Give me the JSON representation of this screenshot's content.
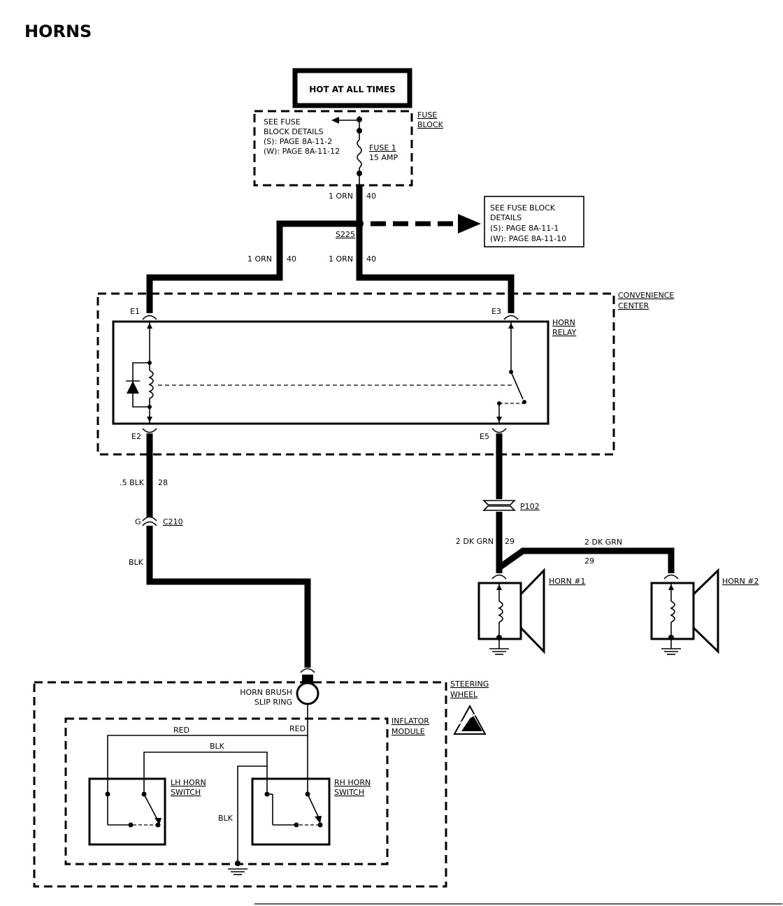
{
  "title": "HORNS",
  "power": {
    "label": "HOT AT ALL TIMES"
  },
  "fuse_block": {
    "label_line1": "FUSE",
    "label_line2": "BLOCK",
    "see_line1": "SEE FUSE",
    "see_line2": "BLOCK DETAILS",
    "see_line3": "(S):  PAGE 8A-11-2",
    "see_line4": "(W):  PAGE 8A-11-12",
    "fuse_name": "FUSE 1",
    "fuse_rating": "15 AMP"
  },
  "splice": {
    "name": "S225",
    "see_line1": "SEE FUSE BLOCK",
    "see_line2": "DETAILS",
    "see_line3": "(S):   PAGE 8A-11-1",
    "see_line4": "(W):  PAGE 8A-11-10"
  },
  "wires": {
    "w_top_color": "1 ORN",
    "w_top_circuit": "40",
    "w_left_color": "1 ORN",
    "w_left_circuit": "40",
    "w_right_color": "1 ORN",
    "w_right_circuit": "40",
    "w_e2_color": ".5 BLK",
    "w_e2_circuit": "28",
    "w_blk": "BLK",
    "w_p102_color": "2 DK GRN",
    "w_p102_circuit": "29",
    "w_horn2_color": "2 DK GRN",
    "w_horn2_circuit": "29",
    "w_red1": "RED",
    "w_red2": "RED",
    "w_blk_inner": "BLK",
    "w_blk_ground": "BLK"
  },
  "convenience_center": {
    "label_line1": "CONVENIENCE",
    "label_line2": "CENTER",
    "relay_line1": "HORN",
    "relay_line2": "RELAY",
    "pin_e1": "E1",
    "pin_e2": "E2",
    "pin_e3": "E3",
    "pin_e5": "E5"
  },
  "connectors": {
    "c210_pin": "G",
    "c210_name": "C210",
    "p102_name": "P102"
  },
  "horns": {
    "horn1": "HORN #1",
    "horn2": "HORN #2"
  },
  "steering_wheel": {
    "label_line1": "STEERING",
    "label_line2": "WHEEL",
    "brush_line1": "HORN BRUSH",
    "brush_line2": "SLIP RING",
    "inflator_line1": "INFLATOR",
    "inflator_line2": "MODULE",
    "lh_line1": "LH HORN",
    "lh_line2": "SWITCH",
    "rh_line1": "RH HORN",
    "rh_line2": "SWITCH"
  }
}
